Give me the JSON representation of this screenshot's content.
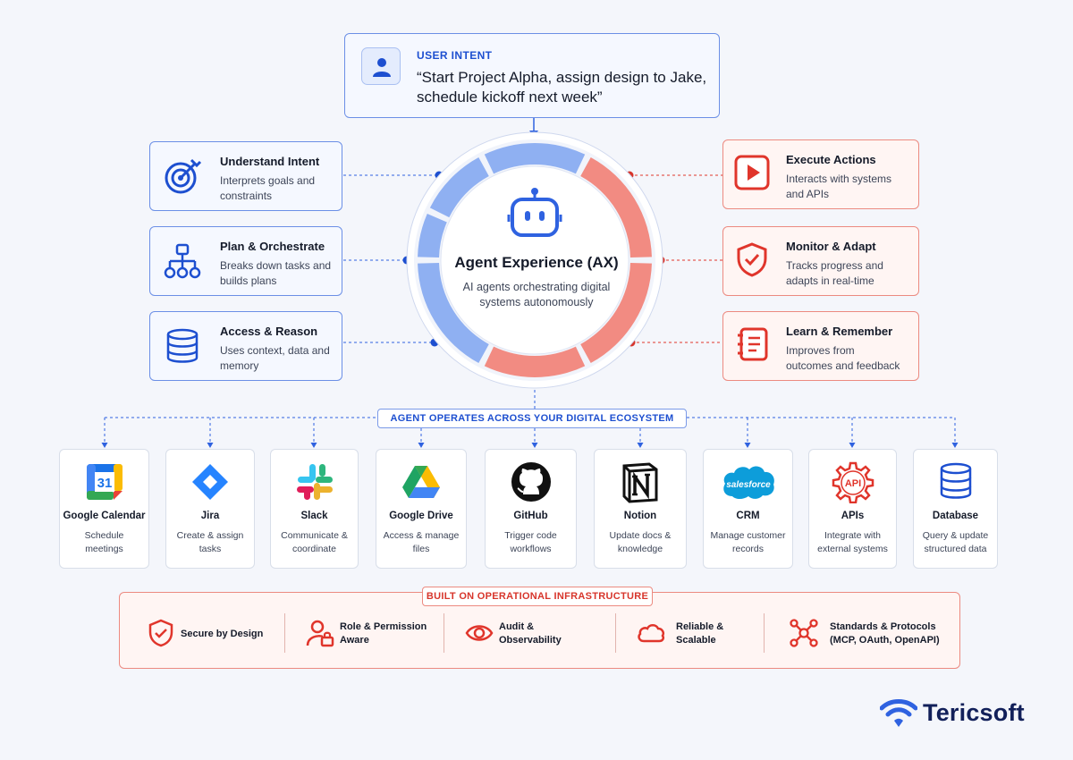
{
  "intent": {
    "label": "USER INTENT",
    "quote": "“Start Project Alpha, assign design to Jake, schedule kickoff next week”",
    "icon": "user-icon"
  },
  "hub": {
    "title": "Agent Experience (AX)",
    "subtitle": "AI agents orchestrating digital systems autonomously",
    "icon": "robot-icon"
  },
  "left_capabilities": [
    {
      "title": "Understand Intent",
      "desc": "Interprets goals and constraints",
      "icon": "target-icon"
    },
    {
      "title": "Plan & Orchestrate",
      "desc": "Breaks down tasks and builds plans",
      "icon": "hierarchy-icon"
    },
    {
      "title": "Access & Reason",
      "desc": "Uses context, data and memory",
      "icon": "database-icon"
    }
  ],
  "right_capabilities": [
    {
      "title": "Execute Actions",
      "desc": "Interacts with systems and APIs",
      "icon": "play-icon"
    },
    {
      "title": "Monitor & Adapt",
      "desc": "Tracks progress and adapts in real-time",
      "icon": "shield-check-icon"
    },
    {
      "title": "Learn & Remember",
      "desc": "Improves from outcomes and feedback",
      "icon": "notebook-icon"
    }
  ],
  "ecosystem": {
    "label": "AGENT OPERATES ACROSS YOUR DIGITAL ECOSYSTEM",
    "tools": [
      {
        "name": "Google Calendar",
        "desc": "Schedule meetings",
        "icon": "google-calendar-icon"
      },
      {
        "name": "Jira",
        "desc": "Create & assign tasks",
        "icon": "jira-icon"
      },
      {
        "name": "Slack",
        "desc": "Communicate & coordinate",
        "icon": "slack-icon"
      },
      {
        "name": "Google Drive",
        "desc": "Access & manage files",
        "icon": "google-drive-icon"
      },
      {
        "name": "GitHub",
        "desc": "Trigger code workflows",
        "icon": "github-icon"
      },
      {
        "name": "Notion",
        "desc": "Update docs & knowledge",
        "icon": "notion-icon"
      },
      {
        "name": "CRM",
        "desc": "Manage customer records",
        "icon": "salesforce-icon",
        "logo_text": "salesforce"
      },
      {
        "name": "APIs",
        "desc": "Integrate with external systems",
        "icon": "api-gear-icon",
        "logo_text": "API"
      },
      {
        "name": "Database",
        "desc": "Query & update structured data",
        "icon": "database-icon"
      }
    ],
    "calendar_day": "31"
  },
  "infrastructure": {
    "label": "BUILT ON OPERATIONAL INFRASTRUCTURE",
    "items": [
      {
        "text": "Secure by Design",
        "icon": "shield-check-icon"
      },
      {
        "text": "Role & Permission Aware",
        "icon": "user-lock-icon"
      },
      {
        "text": "Audit & Observability",
        "icon": "eye-icon"
      },
      {
        "text": "Reliable & Scalable",
        "icon": "cloud-icon"
      },
      {
        "text": "Standards & Protocols (MCP, OAuth, OpenAPI)",
        "icon": "network-icon"
      }
    ]
  },
  "brand": {
    "name": "Tericsoft",
    "icon": "wifi-logo-icon"
  },
  "colors": {
    "blue": "#2f62e0",
    "blue_light": "#8fb0f2",
    "red": "#e0352b",
    "red_light": "#f28b82",
    "navy": "#12205a"
  }
}
